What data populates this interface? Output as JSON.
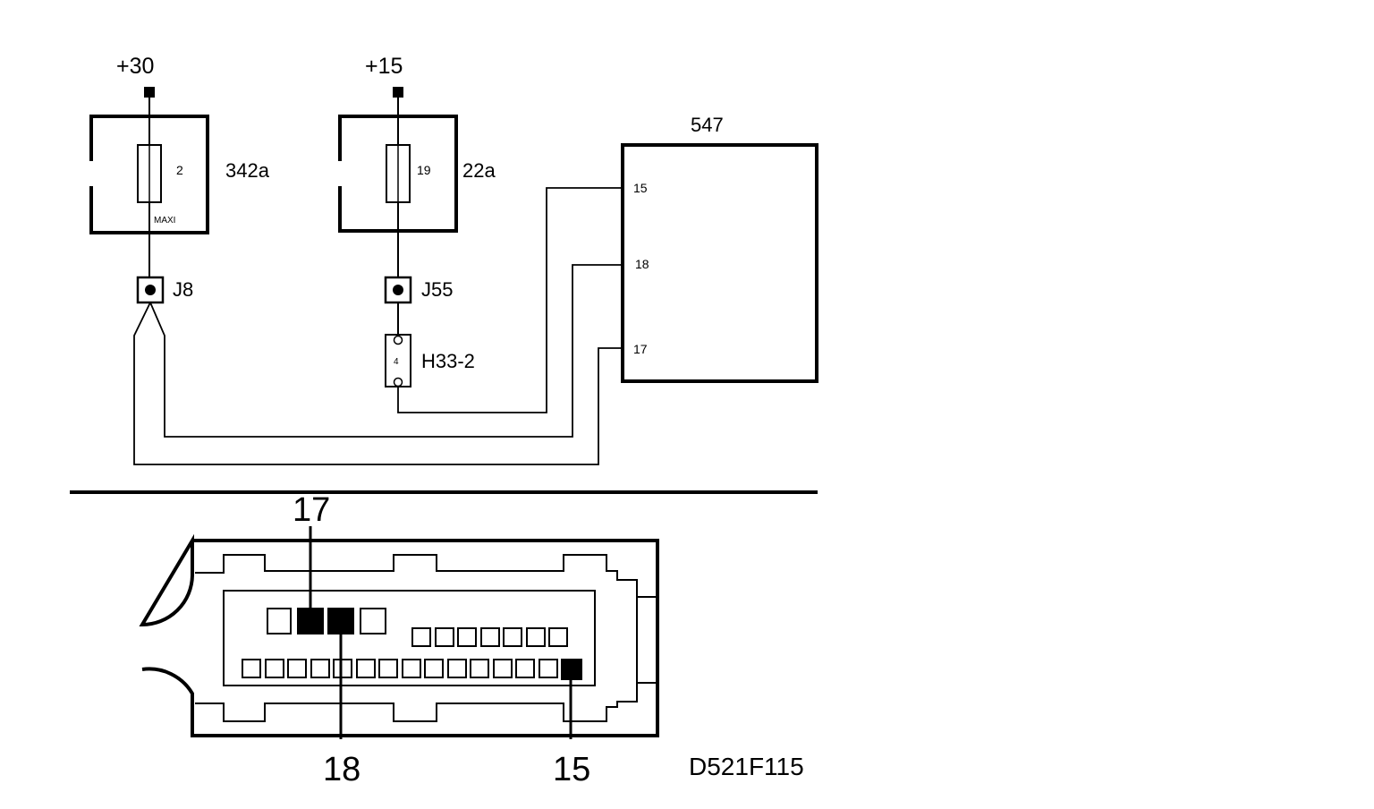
{
  "supply": {
    "plus30": "+30",
    "plus15": "+15"
  },
  "fuse_box_342a": {
    "label": "342a",
    "fuse_number": "2",
    "fuse_type": "MAXI"
  },
  "fuse_box_22a": {
    "label": "22a",
    "fuse_number": "19"
  },
  "connectors": {
    "j8": "J8",
    "j55": "J55"
  },
  "diode_h33": {
    "label": "H33-2",
    "pin": "4"
  },
  "module_547": {
    "label": "547",
    "pins": [
      "15",
      "18",
      "17"
    ]
  },
  "connector_pinout": {
    "callout_17": "17",
    "callout_18": "18",
    "callout_15": "15"
  },
  "drawing_code": "D521F115"
}
